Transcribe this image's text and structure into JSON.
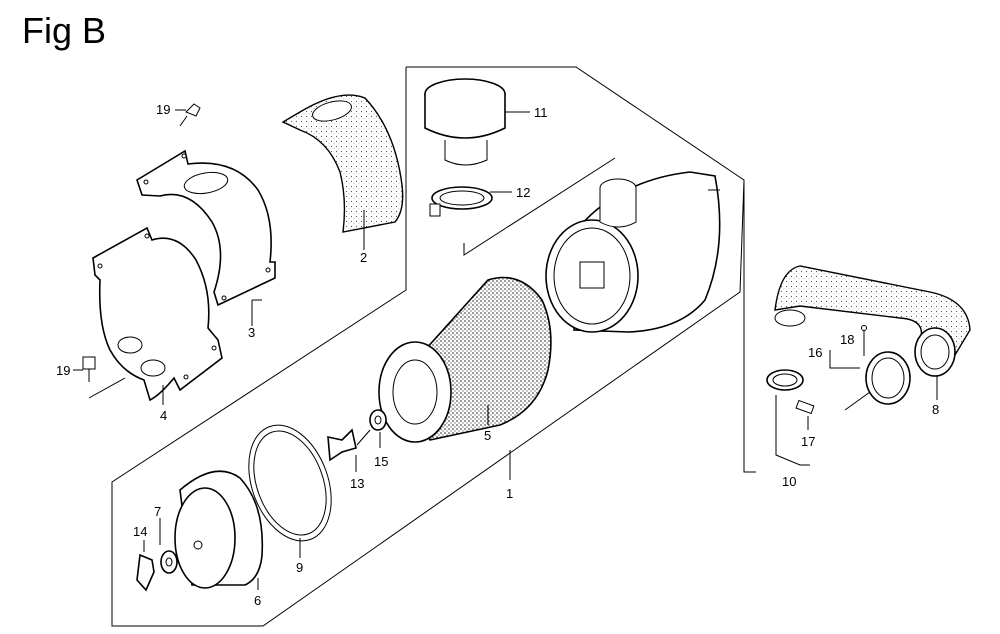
{
  "title": "Fig B",
  "callouts": {
    "c1": "1",
    "c2": "2",
    "c3": "3",
    "c4": "4",
    "c5": "5",
    "c6": "6",
    "c7": "7",
    "c8": "8",
    "c9": "9",
    "c10": "10",
    "c11": "11",
    "c12": "12",
    "c13": "13",
    "c14": "14",
    "c15": "15",
    "c16": "16",
    "c17": "17",
    "c18": "18",
    "c19a": "19",
    "c19b": "19"
  }
}
